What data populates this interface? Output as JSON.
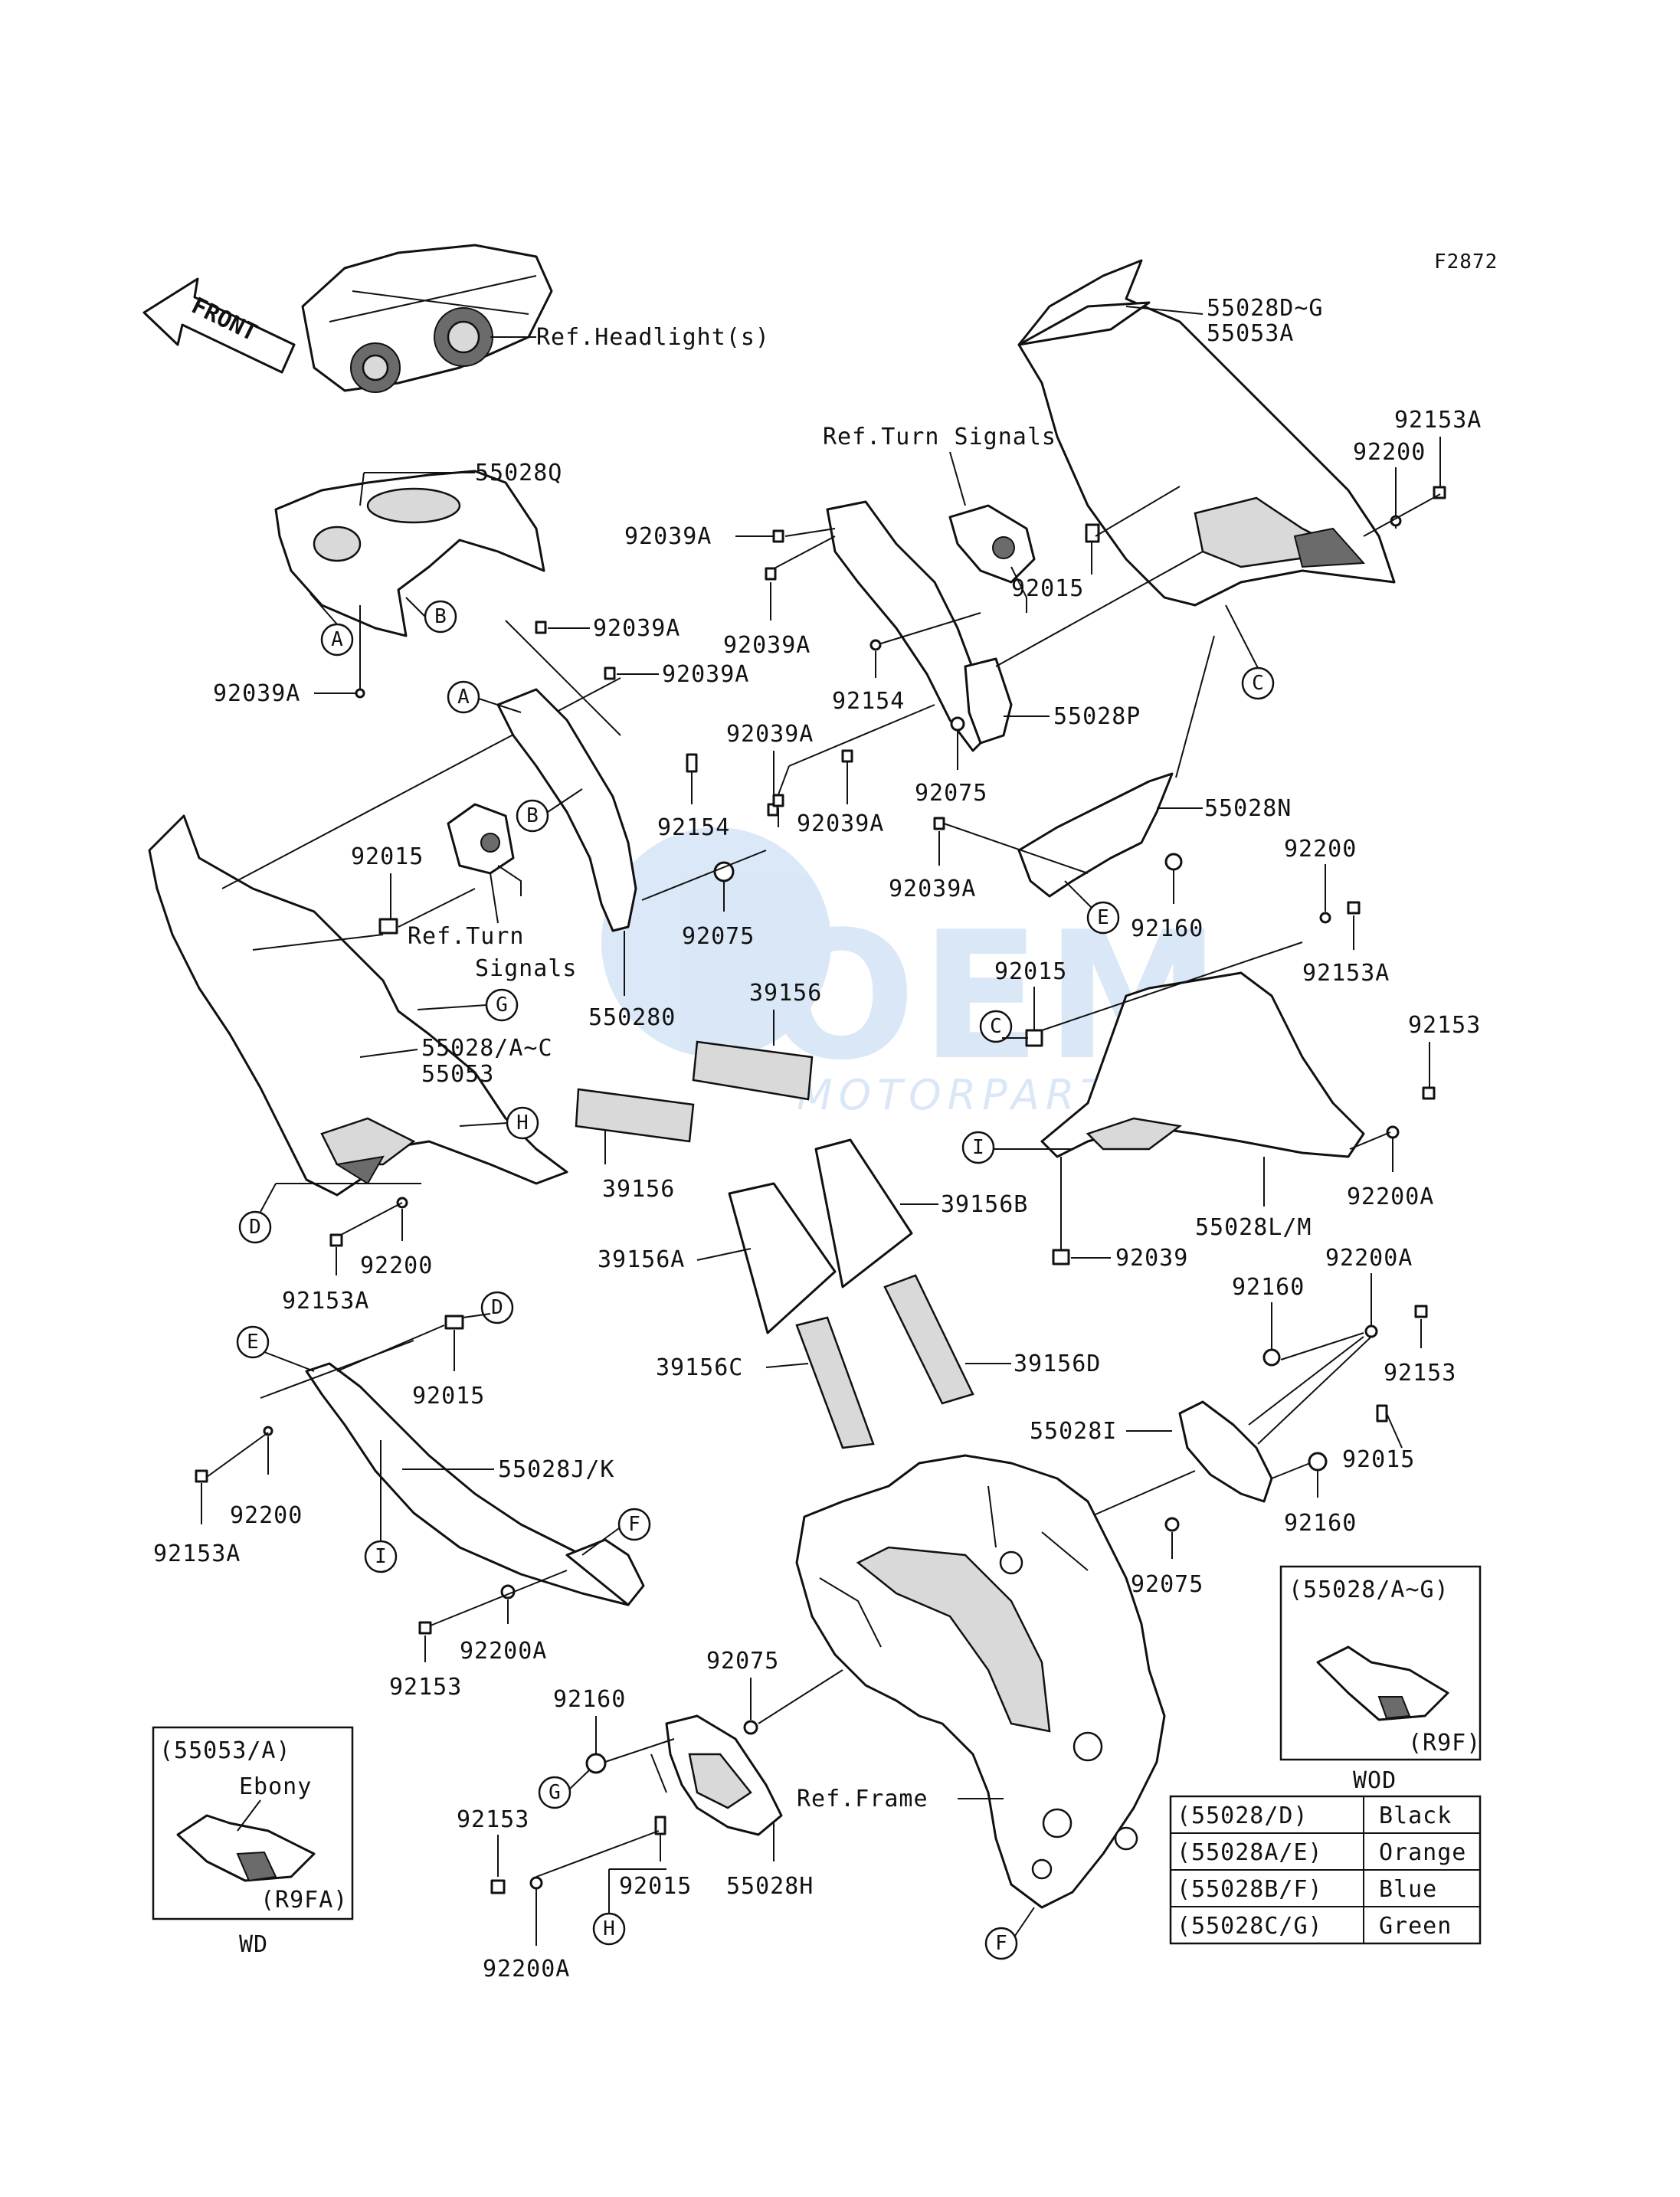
{
  "figure_id": "F2872",
  "front_arrow": "FRONT",
  "watermark": {
    "main": "OEM",
    "sub": "MOTORPARTS"
  },
  "references": {
    "headlight": "Ref.Headlight(s)",
    "turn_signals_top": "Ref.Turn Signals",
    "turn_signals_mid_1": "Ref.Turn",
    "turn_signals_mid_2": "Signals",
    "frame": "Ref.Frame"
  },
  "labels": {
    "p55028D_G": "55028D~G",
    "p55053A": "55053A",
    "p92153A_r1": "92153A",
    "p92200_r1": "92200",
    "p55028Q": "55028Q",
    "p92039A_1": "92039A",
    "p92039A_2": "92039A",
    "p92015_1": "92015",
    "p92039A_3": "92039A",
    "p92039A_4": "92039A",
    "p92039A_5": "92039A",
    "p92154_1": "92154",
    "p55028P": "55028P",
    "p92039A_6": "92039A",
    "p92075_1": "92075",
    "p92154_2": "92154",
    "p92039A_7": "92039A",
    "p55028N": "55028N",
    "p92039A_8": "92039A",
    "p92015_2": "92015",
    "p92200_2": "92200",
    "p92075_2": "92075",
    "p92160_1": "92160",
    "p92153A_2": "92153A",
    "p550280": "550280",
    "p39156_top": "39156",
    "p92015_3": "92015",
    "p92153_1": "92153",
    "p55028A_C": "55028/A~C",
    "p55053": "55053",
    "p39156_bot": "39156",
    "p39156B": "39156B",
    "p92200A_1": "92200A",
    "p55028LM": "55028L/M",
    "p39156A": "39156A",
    "p92039": "92039",
    "p92200_3": "92200",
    "p92153A_3": "92153A",
    "p92160_2": "92160",
    "p92200A_2": "92200A",
    "p92153_2": "92153",
    "p39156C": "39156C",
    "p39156D": "39156D",
    "p92015_4": "92015",
    "p55028I": "55028I",
    "p92015_5": "92015",
    "p55028JK": "55028J/K",
    "p92160_3": "92160",
    "p92200_4": "92200",
    "p92153A_4": "92153A",
    "p92075_3": "92075",
    "p92200A_3": "92200A",
    "p92153_3": "92153",
    "p92075_4": "92075",
    "p92160_4": "92160",
    "p92153_4": "92153",
    "p92015_6": "92015",
    "p55028H": "55028H",
    "p92200A_4": "92200A"
  },
  "circle_markers": {
    "A1": "A",
    "B1": "B",
    "A2": "A",
    "B2": "B",
    "C1": "C",
    "E1": "E",
    "C2": "C",
    "G1": "G",
    "H1": "H",
    "I1": "I",
    "D1": "D",
    "D2": "D",
    "E2": "E",
    "F1": "F",
    "I2": "I",
    "G2": "G",
    "H2": "H",
    "F2": "F"
  },
  "inset_wod": {
    "header": "(55028/A~G)",
    "code": "(R9F)",
    "caption": "WOD"
  },
  "inset_wd": {
    "header": "(55053/A)",
    "color_name": "Ebony",
    "code": "(R9FA)",
    "caption": "WD"
  },
  "color_table": [
    {
      "part": "(55028/D)",
      "color": "Black"
    },
    {
      "part": "(55028A/E)",
      "color": "Orange"
    },
    {
      "part": "(55028B/F)",
      "color": "Blue"
    },
    {
      "part": "(55028C/G)",
      "color": "Green"
    }
  ]
}
